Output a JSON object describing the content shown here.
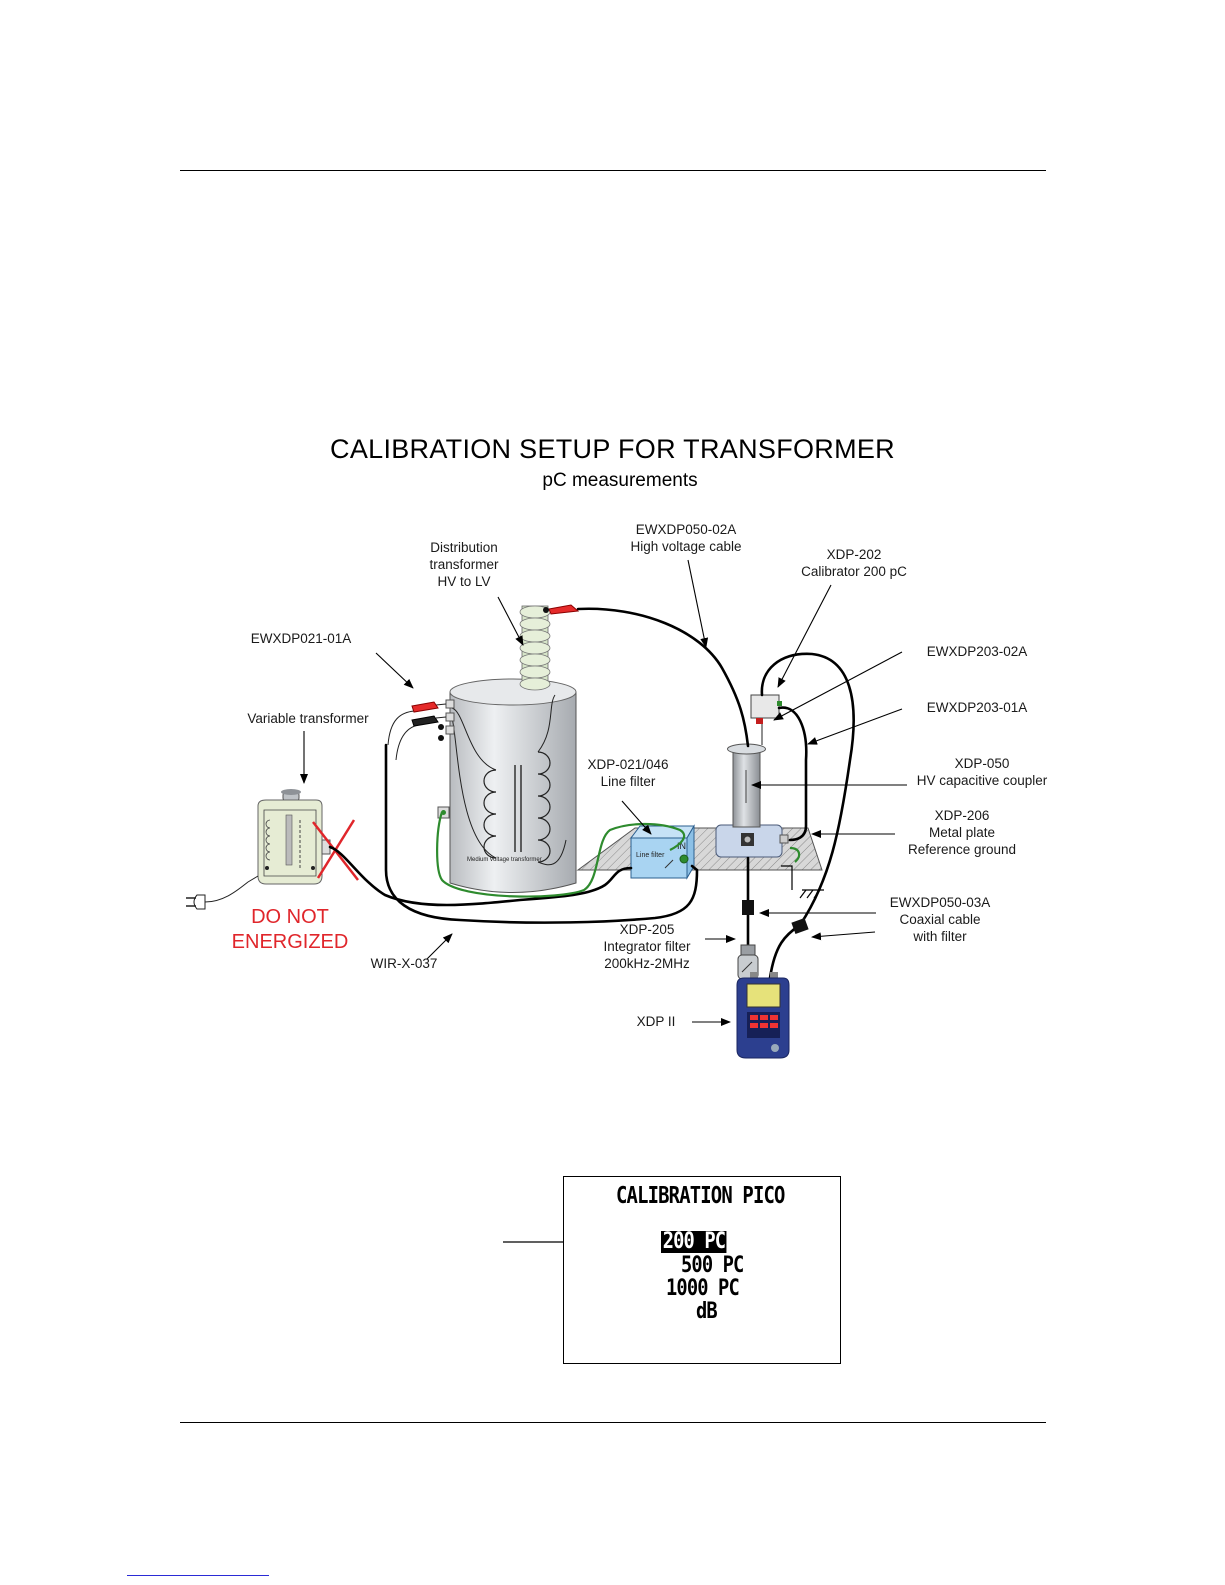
{
  "title": "CALIBRATION SETUP FOR TRANSFORMER",
  "subtitle": "pC measurements",
  "labels": {
    "distribution": [
      "Distribution",
      "transformer",
      "HV to LV"
    ],
    "hv_cable": [
      "EWXDP050-02A",
      "High voltage cable"
    ],
    "calibrator": [
      "XDP-202",
      "Calibrator 200 pC"
    ],
    "ewxdp021": "EWXDP021-01A",
    "ewxdp203_02a": "EWXDP203-02A",
    "ewxdp203_01a": "EWXDP203-01A",
    "variable_transformer": "Variable transformer",
    "line_filter": [
      "XDP-021/046",
      "Line filter"
    ],
    "coupler": [
      "XDP-050",
      "HV capacitive coupler"
    ],
    "metal_plate": [
      "XDP-206",
      "Metal plate",
      "Reference ground"
    ],
    "coax": [
      "EWXDP050-03A",
      "Coaxial cable",
      "with filter"
    ],
    "integrator": [
      "XDP-205",
      "Integrator filter",
      "200kHz-2MHz"
    ],
    "wire": "WIR-X-037",
    "instrument": "XDP II",
    "warning": [
      "DO NOT",
      "ENERGIZED"
    ],
    "tank_caption": "Medium voltage transformer",
    "box_caption": "Line filter",
    "box_in": "IN"
  },
  "display": {
    "title": "CALIBRATION PICO",
    "options": [
      "200 PC",
      "500 PC",
      "1000 PC",
      "dB"
    ],
    "selected": "200 PC"
  },
  "colors": {
    "warning_red": "#e0262b",
    "ground_wire": "#2e8b2e",
    "filter_box": "#a9d4f2",
    "instrument_blue": "#2c3f8f"
  }
}
